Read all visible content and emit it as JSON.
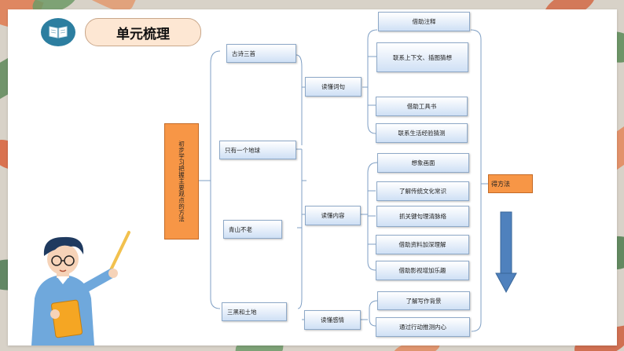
{
  "header": {
    "title": "单元梳理",
    "icon": "book-icon"
  },
  "mindmap": {
    "root": "初步学习把握主要观点的方法",
    "texts": [
      {
        "label": "古诗三首"
      },
      {
        "label": "只有一个地球"
      },
      {
        "label": "青山不老"
      },
      {
        "label": "三黑和土地"
      }
    ],
    "skills": [
      {
        "label": "读懂词句",
        "methods": [
          "借助注释",
          "联系上下文、插图猜想",
          "借助工具书",
          "联系生活经验猜测"
        ]
      },
      {
        "label": "读懂内容",
        "methods": [
          "想象画面",
          "了解传统文化常识",
          "抓关键句理清脉络",
          "借助资料加深理解",
          "借助影视增加乐趣"
        ]
      },
      {
        "label": "读懂感情",
        "methods": [
          "了解写作背景",
          "通过行动推测内心"
        ]
      }
    ],
    "summary": "得方法"
  },
  "colors": {
    "orange": "#f79646",
    "arrow_blue": "#4f81bd",
    "node_border": "#8ea9c8"
  }
}
